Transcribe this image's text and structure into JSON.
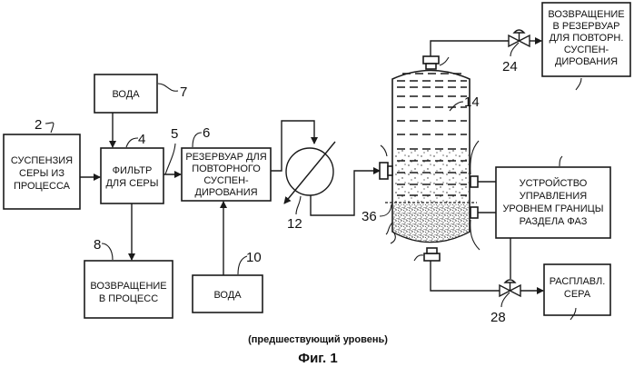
{
  "figure": {
    "caption": "(предшествующий уровень)",
    "title": "Фиг. 1"
  },
  "boxes": {
    "slurry_source": {
      "ref": "2",
      "lines": [
        "СУСПЕНЗИЯ",
        "СЕРЫ ИЗ",
        "ПРОЦЕССА"
      ]
    },
    "water_top": {
      "ref": "7",
      "lines": [
        "ВОДА"
      ]
    },
    "filter": {
      "ref": "4",
      "lines": [
        "ФИЛЬТР",
        "ДЛЯ СЕРЫ"
      ]
    },
    "reslurry_tank": {
      "ref": "6",
      "lines": [
        "РЕЗЕРВУАР ДЛЯ",
        "ПОВТОРНОГО",
        "СУСПЕН-",
        "ДИРОВАНИЯ"
      ]
    },
    "return_to_process": {
      "ref": "8",
      "lines": [
        "ВОЗВРАЩЕНИЕ",
        "В ПРОЦЕСС"
      ]
    },
    "water_bottom": {
      "ref": "10",
      "lines": [
        "ВОДА"
      ]
    },
    "return_to_tank": {
      "lines": [
        "ВОЗВРАЩЕНИЕ",
        "В РЕЗЕРВУАР",
        "ДЛЯ ПОВТОРН.",
        "СУСПЕН-",
        "ДИРОВАНИЯ"
      ]
    },
    "interface_controller": {
      "lines": [
        "УСТРОЙСТВО",
        "УПРАВЛЕНИЯ",
        "УРОВНЕМ ГРАНИЦЫ",
        "РАЗДЕЛА ФАЗ"
      ]
    },
    "molten_sulfur": {
      "lines": [
        "РАСПЛАВЛ.",
        "СЕРА"
      ]
    }
  },
  "refs": {
    "stream_5": "5",
    "heat_exchanger": "12",
    "melter_vessel": "14",
    "valve_top": "24",
    "valve_bottom": "28",
    "interface_level": "36"
  }
}
